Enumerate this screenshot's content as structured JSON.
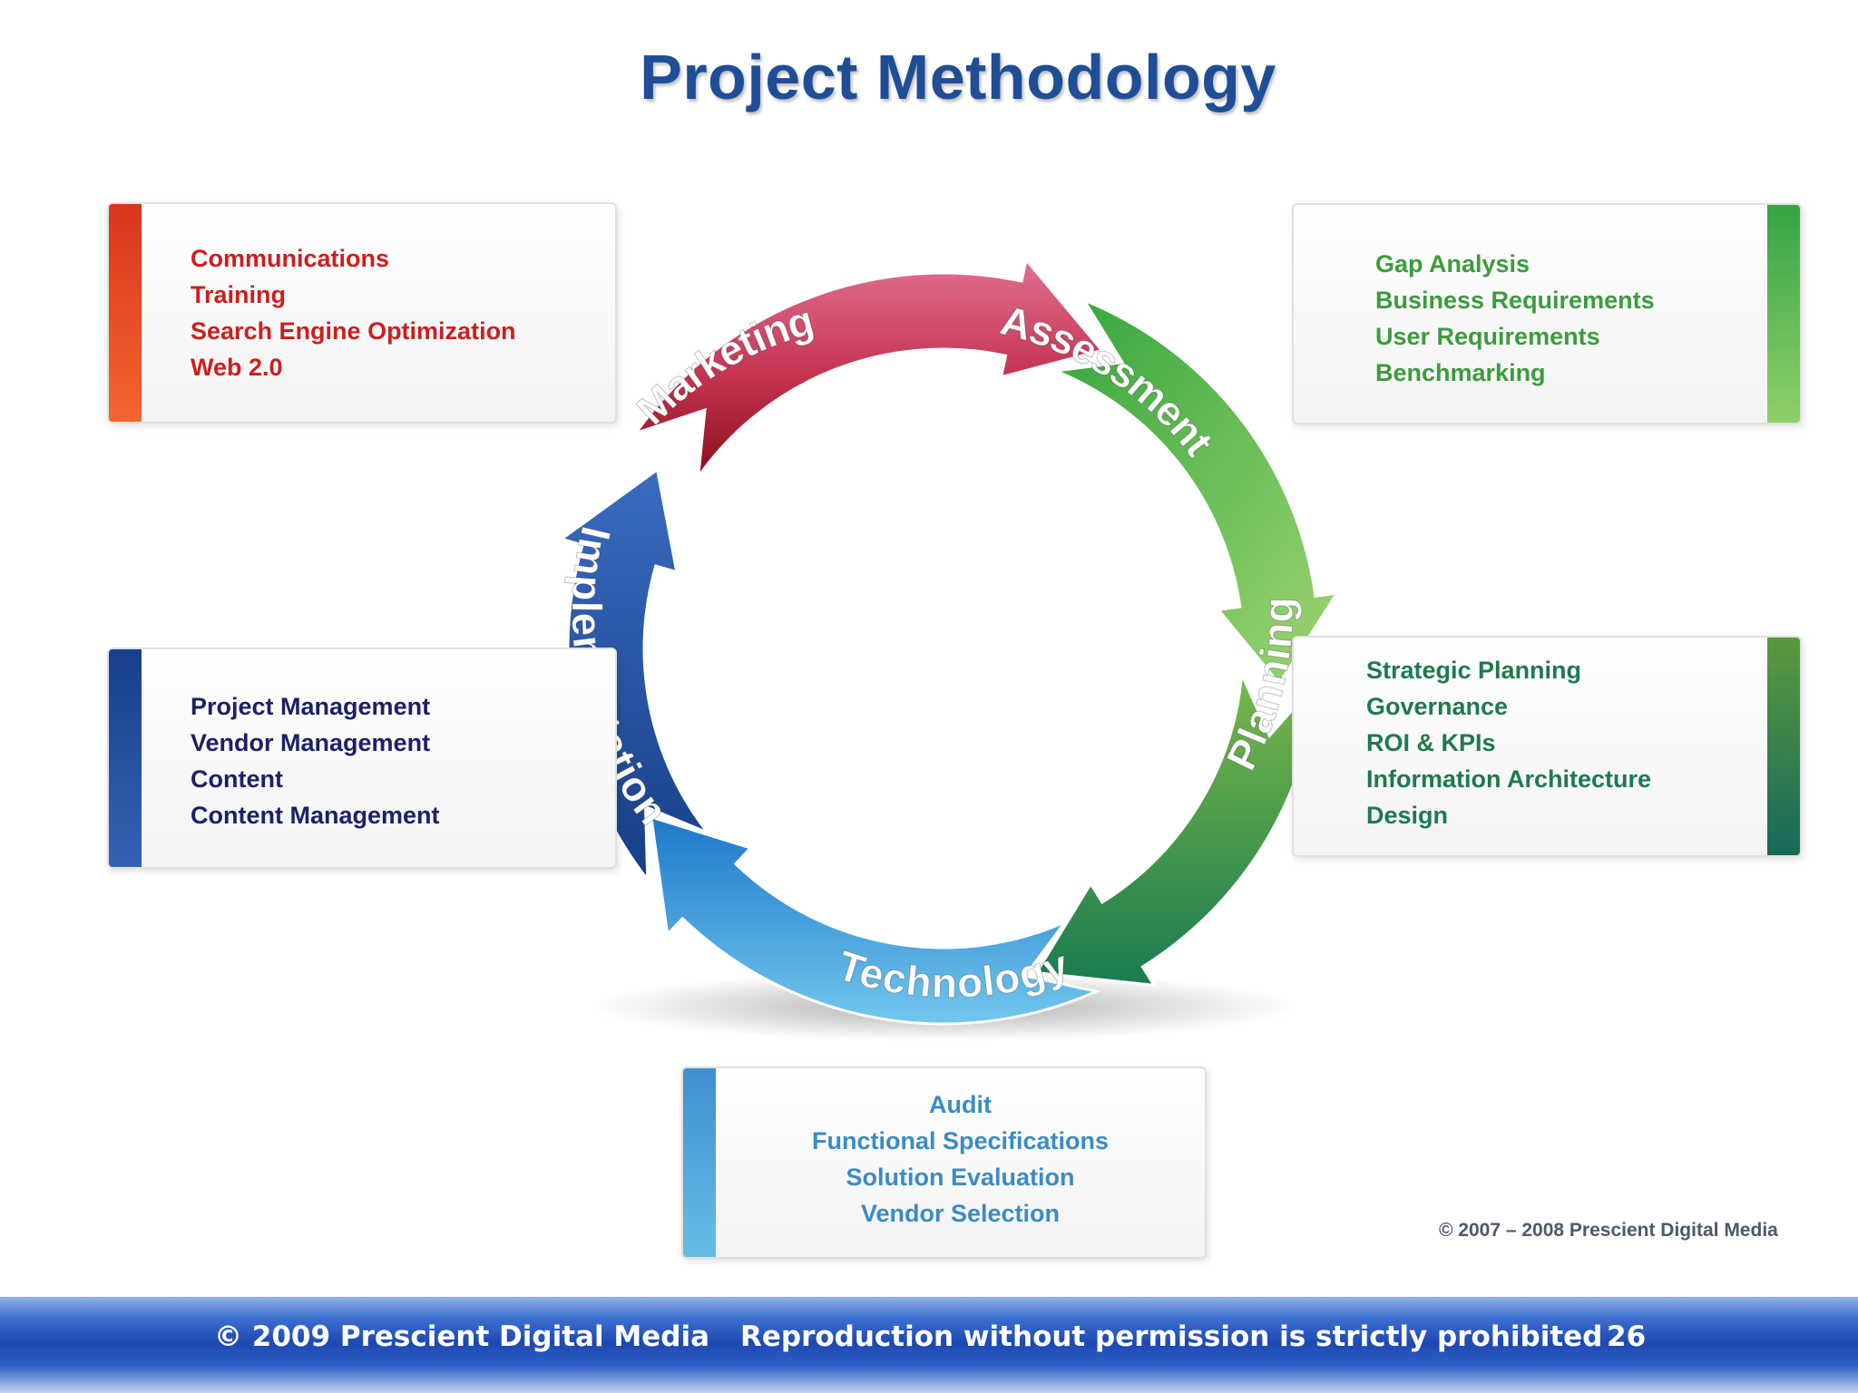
{
  "title": "Project Methodology",
  "cycle": [
    {
      "label": "Marketing",
      "color": "#c0304e"
    },
    {
      "label": "Assessment",
      "color": "#4aa53a"
    },
    {
      "label": "Planning",
      "color": "#2e8a4a"
    },
    {
      "label": "Technology",
      "color": "#3a9ee0"
    },
    {
      "label": "Implementation",
      "color": "#1f4f9a"
    }
  ],
  "boxes": {
    "marketing": {
      "color": "#cc1f1f",
      "items": [
        "Communications",
        "Training",
        "Search Engine Optimization",
        "Web 2.0"
      ]
    },
    "assessment": {
      "color": "#3d9b3d",
      "items": [
        "Gap Analysis",
        "Business Requirements",
        "User Requirements",
        "Benchmarking"
      ]
    },
    "implementation": {
      "color": "#1a2266",
      "items": [
        "Project Management",
        "Vendor Management",
        "Content",
        "Content Management"
      ]
    },
    "planning": {
      "color": "#1e7a4e",
      "items": [
        "Strategic Planning",
        "Governance",
        "ROI & KPIs",
        "Information Architecture",
        "Design"
      ]
    },
    "technology": {
      "color": "#3a8cc4",
      "items": [
        "Audit",
        "Functional Specifications",
        "Solution Evaluation",
        "Vendor Selection"
      ]
    }
  },
  "copyright": "© 2007 – 2008 Prescient Digital Media",
  "footer": {
    "copyright": "© 2009 Prescient Digital Media",
    "notice": "Reproduction without permission is strictly prohibited",
    "page": "26"
  }
}
